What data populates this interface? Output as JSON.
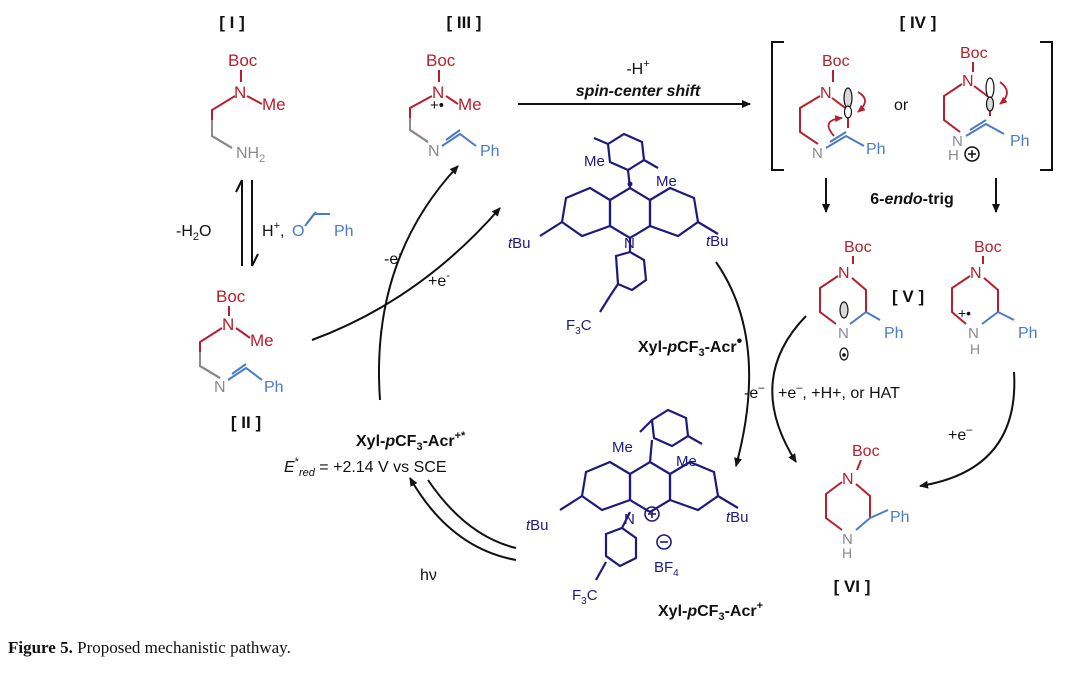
{
  "figure": {
    "caption_label": "Figure 5.",
    "caption_text": "Proposed mechanistic pathway."
  },
  "labels": {
    "I": "[ I ]",
    "II": "[ II ]",
    "III": "[ III ]",
    "IV": "[ IV ]",
    "V": "[ V ]",
    "VI": "[ VI ]"
  },
  "atoms": {
    "boc": "Boc",
    "n": "N",
    "me": "Me",
    "nh2": "NH",
    "nh2_sub": "2",
    "ph": "Ph",
    "h": "H",
    "tbu_t": "t",
    "tbu_bu": "Bu",
    "f3c": "F",
    "f3c_sub": "3",
    "f3c_c": "C",
    "bf4": "BF",
    "bf4_sub": "4",
    "o": "O",
    "or": "or",
    "cation_radical": "+•"
  },
  "reagents": {
    "minus_h2o_pre": "-H",
    "minus_h2o_sub": "2",
    "minus_h2o_post": "O",
    "h_plus": "H",
    "h_plus_sup": "+",
    "h_plus_comma": ","
  },
  "arrows": {
    "minus_h_plus": "-H",
    "minus_h_plus_sup": "+",
    "spin_center_shift": "spin-center shift",
    "six_endo_pre": "6-",
    "six_endo_it": "endo",
    "six_endo_post": "-trig",
    "minus_e": "-e",
    "minus_e_sup": "-",
    "plus_e": "+e",
    "plus_e_sup": "-",
    "minus_e2": "-e",
    "minus_e2_sup": "–",
    "plus_e_combo": "+e",
    "plus_e_combo_rest": ", +H+, or HAT",
    "plus_e_right": "+e",
    "plus_e_right_sup": "–",
    "hv": "hν"
  },
  "catalyst": {
    "radical_pre": "Xyl-",
    "radical_it": "p",
    "radical_cf": "CF",
    "radical_sub": "3",
    "radical_post": "-Acr",
    "radical_dot": "•",
    "excited_pre": "Xyl-",
    "excited_it": "p",
    "excited_cf": "CF",
    "excited_sub": "3",
    "excited_post": "-Acr",
    "excited_sup": "+*",
    "potential_e": "E",
    "potential_star": "*",
    "potential_sub": "red",
    "potential_val": " = +2.14 V vs SCE",
    "cation_pre": "Xyl-",
    "cation_it": "p",
    "cation_cf": "CF",
    "cation_sub": "3",
    "cation_post": "-Acr",
    "cation_sup": "+"
  },
  "colors": {
    "boc_red": "#b5202e",
    "imine_blue": "#4a7ac9",
    "amine_gray": "#8a8a8a",
    "catalyst_navy": "#1f1a7a",
    "arrow_black": "#111111"
  }
}
